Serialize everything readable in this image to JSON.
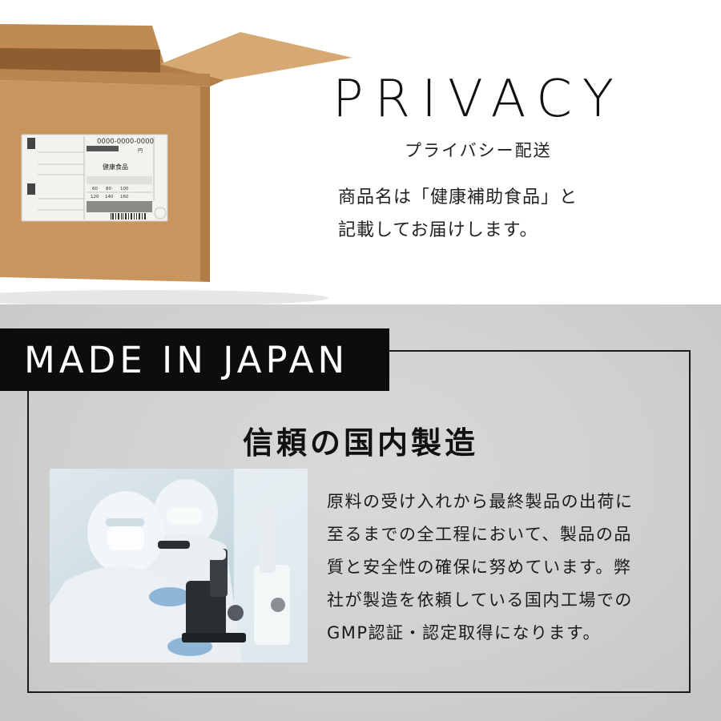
{
  "privacy": {
    "title": "PRIVACY",
    "subtitle": "プライバシー配送",
    "desc_lines": [
      "商品名は「健康補助食品」と",
      "記載してお届けします。"
    ],
    "label": {
      "tracking": "0000-0000-0000",
      "product": "健康食品",
      "yen": "円",
      "nums": [
        "60",
        "80",
        "100",
        "120",
        "140",
        "160"
      ]
    }
  },
  "japan": {
    "badge": "MADE IN JAPAN",
    "heading": "信頼の国内製造",
    "desc_lines": [
      "原料の受け入れから最終製品の出荷に",
      "至るまでの全工程において、製品の品",
      "質と安全性の確保に努めています。弊",
      "社が製造を依頼している国内工場での",
      "GMP認証・認定取得になります。"
    ]
  },
  "colors": {
    "cardboard": "#c9955f",
    "cardboard_dark": "#a9743f",
    "badge_bg": "#0d0d0d",
    "frame": "#1a1a1a"
  }
}
